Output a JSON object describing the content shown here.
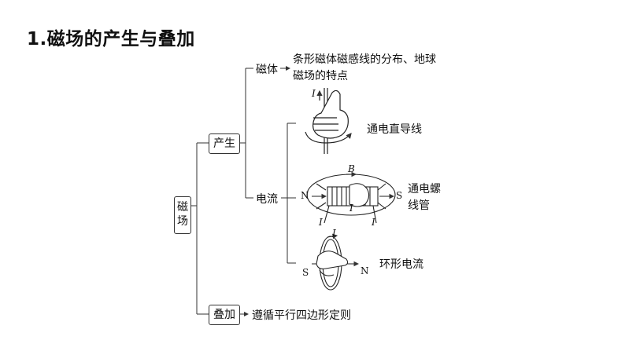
{
  "title": "1.磁场的产生与叠加",
  "root": {
    "label": "磁场"
  },
  "produce": {
    "label": "产生",
    "magnet": {
      "label": "磁体",
      "description": "条形磁体磁感线的分布、地球磁场的特点"
    },
    "current": {
      "label": "电流",
      "items": [
        {
          "label": "通电直导线"
        },
        {
          "label": "通电螺线管"
        },
        {
          "label": "环形电流"
        }
      ],
      "symbols": {
        "current": "I",
        "field": "B",
        "north": "N",
        "south": "S"
      }
    }
  },
  "superpose": {
    "label": "叠加",
    "rule": "遵循平行四边形定则"
  }
}
